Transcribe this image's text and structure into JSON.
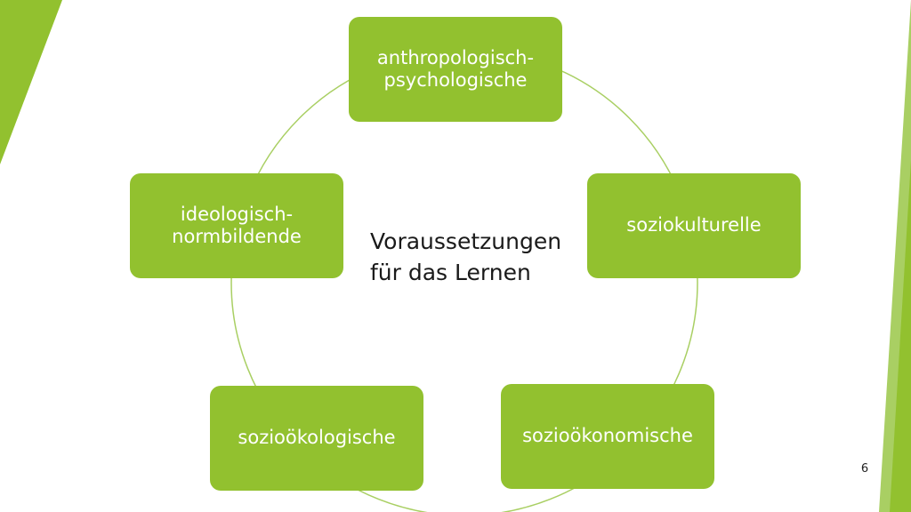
{
  "colors": {
    "accent": "#92c12f",
    "accent_dark": "#7fae22",
    "connector": "#a9cf63",
    "box_text": "#ffffff",
    "center_text": "#1a1a1a"
  },
  "diagram": {
    "nodes": [
      {
        "label": "anthropologisch-\npsychologische"
      },
      {
        "label": "soziokulturelle"
      },
      {
        "label": "sozioökonomische"
      },
      {
        "label": "sozioökologische"
      },
      {
        "label": "ideologisch-\nnormbildende"
      }
    ],
    "center": {
      "line1": "Voraussetzungen",
      "line2": "für das Lernen"
    }
  },
  "slide": {
    "page_number": "6"
  }
}
